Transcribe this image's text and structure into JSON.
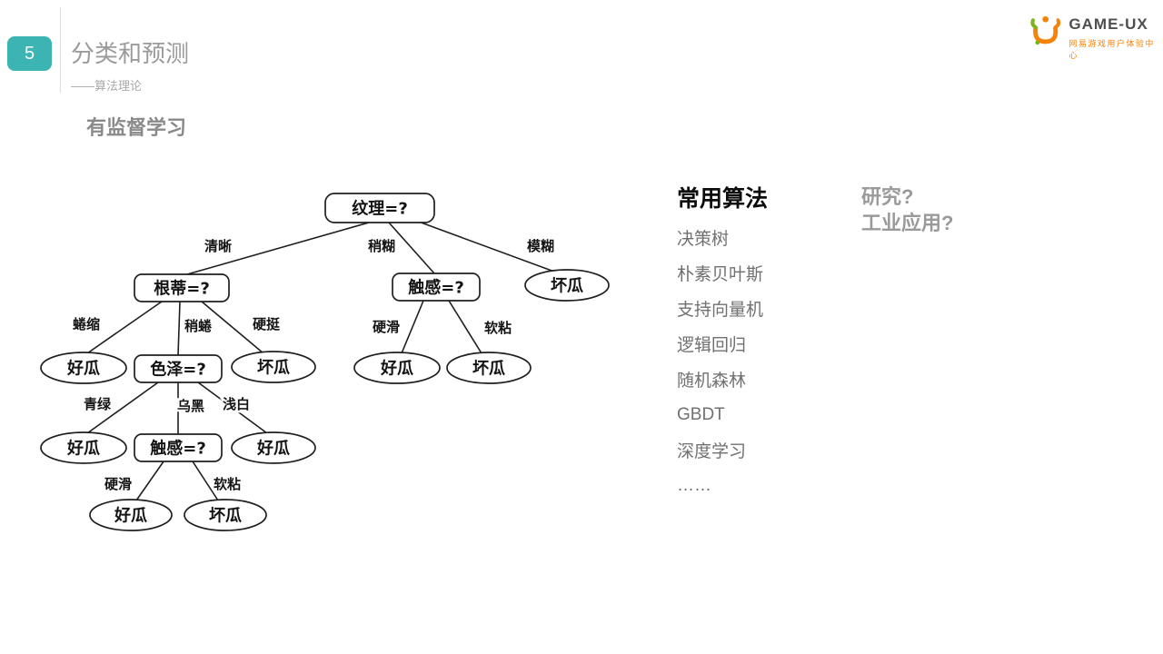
{
  "slide": {
    "page_number": "5",
    "title": "分类和预测",
    "subtitle": "——算法理论",
    "section_heading": "有监督学习",
    "accent_color": "#3cb4b4"
  },
  "logo": {
    "name": "GAME-UX",
    "subtitle": "网易游戏用户体验中心",
    "orange": "#f5820b",
    "green": "#7ab41d"
  },
  "algorithms": {
    "heading": "常用算法",
    "items": [
      "决策树",
      "朴素贝叶斯",
      "支持向量机",
      "逻辑回归",
      "随机森林",
      "GBDT",
      "深度学习",
      "……"
    ]
  },
  "questions": {
    "line1": "研究?",
    "line2": "工业应用?"
  },
  "tree": {
    "nodes": [
      {
        "id": "texture",
        "type": "decision",
        "label": "纹理=?"
      },
      {
        "id": "root-stem",
        "type": "decision",
        "label": "根蒂=?"
      },
      {
        "id": "touch-1",
        "type": "decision",
        "label": "触感=?"
      },
      {
        "id": "bad-1",
        "type": "leaf",
        "label": "坏瓜"
      },
      {
        "id": "good-1",
        "type": "leaf",
        "label": "好瓜"
      },
      {
        "id": "color",
        "type": "decision",
        "label": "色泽=?"
      },
      {
        "id": "bad-2",
        "type": "leaf",
        "label": "坏瓜"
      },
      {
        "id": "good-2",
        "type": "leaf",
        "label": "好瓜"
      },
      {
        "id": "bad-3",
        "type": "leaf",
        "label": "坏瓜"
      },
      {
        "id": "good-3",
        "type": "leaf",
        "label": "好瓜"
      },
      {
        "id": "touch-2",
        "type": "decision",
        "label": "触感=?"
      },
      {
        "id": "good-4",
        "type": "leaf",
        "label": "好瓜"
      },
      {
        "id": "good-5",
        "type": "leaf",
        "label": "好瓜"
      },
      {
        "id": "bad-4",
        "type": "leaf",
        "label": "坏瓜"
      }
    ],
    "edges": [
      {
        "label": "清晰"
      },
      {
        "label": "稍糊"
      },
      {
        "label": "模糊"
      },
      {
        "label": "蜷缩"
      },
      {
        "label": "稍蜷"
      },
      {
        "label": "硬挺"
      },
      {
        "label": "硬滑"
      },
      {
        "label": "软粘"
      },
      {
        "label": "青绿"
      },
      {
        "label": "乌黑"
      },
      {
        "label": "浅白"
      },
      {
        "label": "硬滑"
      },
      {
        "label": "软粘"
      }
    ]
  }
}
